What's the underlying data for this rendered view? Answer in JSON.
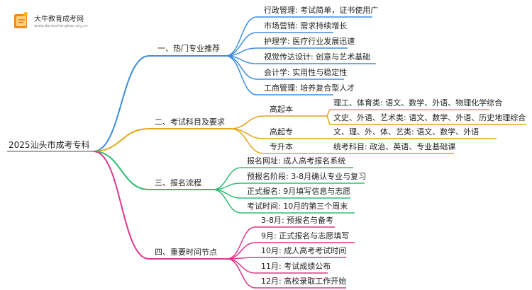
{
  "logo": {
    "title": "大牛教育成考网",
    "url": "www.daniuchengkao.org.cn"
  },
  "colors": {
    "blue": "#3b8de0",
    "gold": "#e3a51c",
    "green": "#2fbf71",
    "pink": "#e0368a"
  },
  "root": "2025汕头市成考专科",
  "branches": {
    "hot_majors": {
      "label": "一、热门专业推荐",
      "items": [
        "行政管理: 考试简单，证书使用广",
        "市场营销: 需求持续增长",
        "护理学: 医疗行业发展迅速",
        "视觉传达设计: 创意与艺术基础",
        "会计学: 实用性与稳定性",
        "工商管理: 培养复合型人才"
      ]
    },
    "exam_subjects": {
      "label": "二、考试科目及要求",
      "groups": [
        {
          "label": "高起本",
          "items": [
            "理工、体育类: 语文、数学、外语、物理化学综合",
            "文史、外语、艺术类: 语文、数学、外语、历史地理综合"
          ]
        },
        {
          "label": "高起专",
          "items": [
            "文、理、外、体、艺类: 语文、数学、外语"
          ]
        },
        {
          "label": "专升本",
          "items": [
            "统考科目: 政治、英语、专业基础课"
          ]
        }
      ]
    },
    "registration": {
      "label": "三、报名流程",
      "items": [
        "报名网址: 成人高考报名系统",
        "预报名阶段: 3-8月确认专业与复习",
        "正式报名: 9月填写信息与志愿",
        "考试时间: 10月的第三个周末"
      ]
    },
    "timeline": {
      "label": "四、重要时间节点",
      "items": [
        "3-8月: 预报名与备考",
        "9月: 正式报名与志愿填写",
        "10月: 成人高考考试时间",
        "11月: 考试成绩公布",
        "12月: 高校录取工作开始"
      ]
    }
  }
}
